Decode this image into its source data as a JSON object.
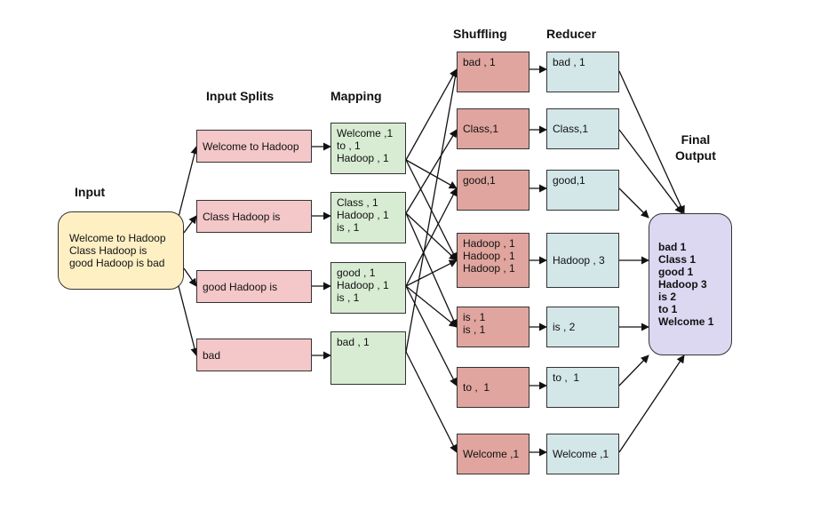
{
  "headers": {
    "input": "Input",
    "splits": "Input Splits",
    "mapping": "Mapping",
    "shuffling": "Shuffling",
    "reducer": "Reducer",
    "final": "Final\nOutput"
  },
  "input_text": "Welcome to Hadoop\nClass Hadoop is\ngood Hadoop is bad",
  "splits": [
    "Welcome to Hadoop",
    "Class Hadoop is",
    "good Hadoop is",
    "bad"
  ],
  "mapping": [
    "Welcome ,1\nto , 1\nHadoop , 1",
    "Class , 1\nHadoop , 1\nis , 1",
    "good , 1\nHadoop , 1\nis , 1",
    "bad , 1"
  ],
  "shuffling": [
    "bad , 1",
    "Class,1",
    "good,1",
    "Hadoop , 1\nHadoop , 1\nHadoop , 1",
    "is , 1\nis , 1",
    "to ,  1",
    "Welcome ,1"
  ],
  "reducer": [
    "bad , 1",
    "Class,1",
    "good,1",
    "Hadoop , 3",
    "is , 2",
    "to ,  1",
    "Welcome ,1"
  ],
  "final_output": "bad 1\nClass 1\ngood 1\nHadoop 3\nis 2\nto 1\nWelcome 1",
  "colors": {
    "input": "#fff0c4",
    "split": "#f4c7c9",
    "mapping": "#d8ecd3",
    "shuffling": "#e0a59e",
    "reducer": "#d3e6e8",
    "final": "#dcd8f2",
    "stroke": "#111111"
  }
}
